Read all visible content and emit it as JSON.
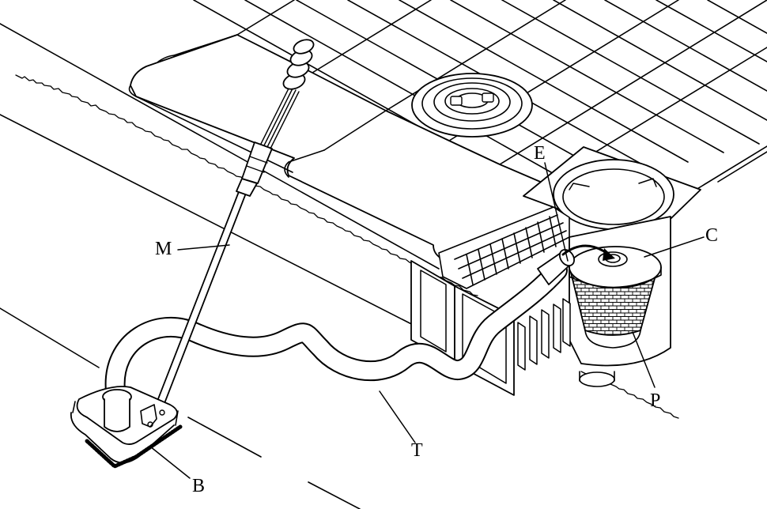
{
  "labels": {
    "M": "M",
    "E": "E",
    "C": "C",
    "P": "P",
    "T": "T",
    "B": "B"
  },
  "colors": {
    "ink": "#000000",
    "paper": "#ffffff"
  }
}
